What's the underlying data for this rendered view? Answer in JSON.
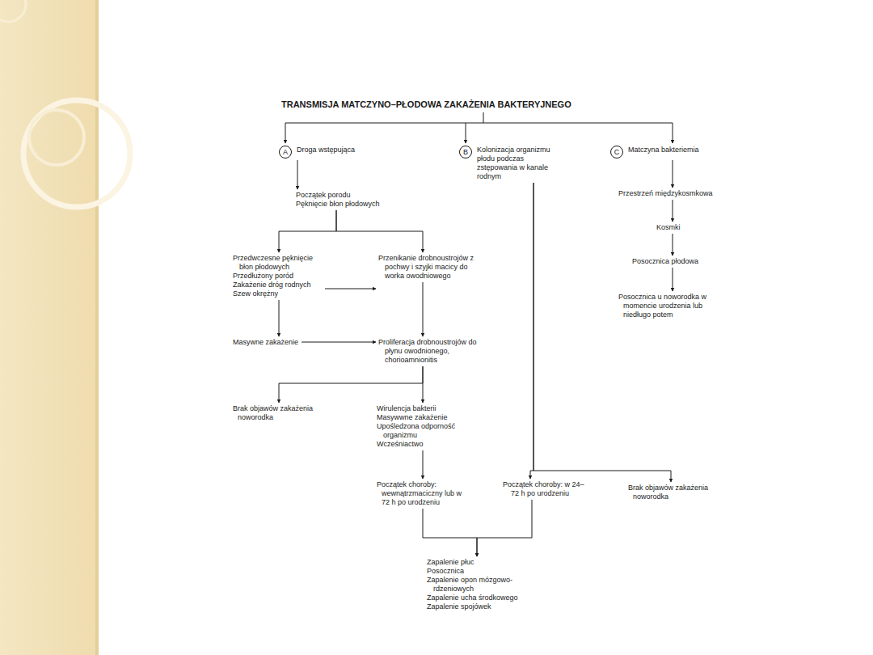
{
  "diagram": {
    "title": "TRANSMISJA MATCZYNO–PŁODOWA ZAKAŻENIA BAKTERYJNEGO",
    "nodes": [
      {
        "text": [
          "A",
          "Droga wstępująca"
        ]
      },
      {
        "text": [
          "B",
          "Kolonizacja organizmu płodu podczas zstępowania w kanale rodnym"
        ]
      },
      {
        "text": [
          "C",
          "Matczyna bakteriemia"
        ]
      },
      {
        "text": [
          "Początek porodu",
          "Pęknięcie błon płodowych"
        ]
      },
      {
        "text": [
          "Przestrzeń międzykosmkowa"
        ]
      },
      {
        "text": [
          "Kosmki"
        ]
      },
      {
        "text": [
          "Przedwczesne pęknięcie błon płodowych",
          "Przedłużony poród",
          "Zakażenie dróg rodnych",
          "Szew okrężny"
        ]
      },
      {
        "text": [
          "Przenikanie drobnoustrojów z pochwy i szyjki macicy do worka owodniowego"
        ]
      },
      {
        "text": [
          "Posocznica płodowa"
        ]
      },
      {
        "text": [
          "Posocznica u noworodka w momencie urodzenia lub niedługo potem"
        ]
      },
      {
        "text": [
          "Masywne zakażenie"
        ]
      },
      {
        "text": [
          "Proliferacja drobnoustrojów do płynu owodnionego, chorioamnionitis"
        ]
      },
      {
        "text": [
          "Brak objawów zakażenia noworodka"
        ]
      },
      {
        "text": [
          "Wirulencja bakterii",
          "Masywwne zakażenie",
          "Upośledzona odporność organizmu",
          "Wcześniactwo"
        ]
      },
      {
        "text": [
          "Początek choroby: wewnątrzmaciczny lub w 72 h po urodzeniu"
        ]
      },
      {
        "text": [
          "Początek choroby: w 24–72 h po urodzeniu"
        ]
      },
      {
        "text": [
          "Brak objawów zakażenia noworodka"
        ]
      },
      {
        "text": [
          "Zapalenie płuc",
          "Posocznica",
          "Zapalenie opon mózgowo-rdzeniowych",
          "Zapalenie ucha środkowego",
          "Zapalenie spojówek"
        ]
      }
    ],
    "edges": [
      {
        "from": 0,
        "to": 3,
        "arrow": "to"
      },
      {
        "from": 3,
        "to": 6,
        "arrow": "to"
      },
      {
        "from": 3,
        "to": 7,
        "arrow": "to"
      },
      {
        "from": 6,
        "to": 7,
        "arrow": "to"
      },
      {
        "from": 6,
        "to": 10,
        "arrow": "to"
      },
      {
        "from": 10,
        "to": 11,
        "arrow": "to"
      },
      {
        "from": 7,
        "to": 11,
        "arrow": "to"
      },
      {
        "from": 11,
        "to": 12,
        "arrow": "to"
      },
      {
        "from": 11,
        "to": 13,
        "arrow": "to"
      },
      {
        "from": 13,
        "to": 14,
        "arrow": "to"
      },
      {
        "from": 14,
        "to": 17,
        "arrow": "to"
      },
      {
        "from": 15,
        "to": 17,
        "arrow": "to"
      },
      {
        "from": 1,
        "to": 15,
        "arrow": "to"
      },
      {
        "from": 1,
        "to": 16,
        "arrow": "to"
      },
      {
        "from": 2,
        "to": 4,
        "arrow": "to"
      },
      {
        "from": 4,
        "to": 5,
        "arrow": "to"
      },
      {
        "from": 5,
        "to": 8,
        "arrow": "to"
      },
      {
        "from": 8,
        "to": 9,
        "arrow": "to"
      }
    ]
  }
}
